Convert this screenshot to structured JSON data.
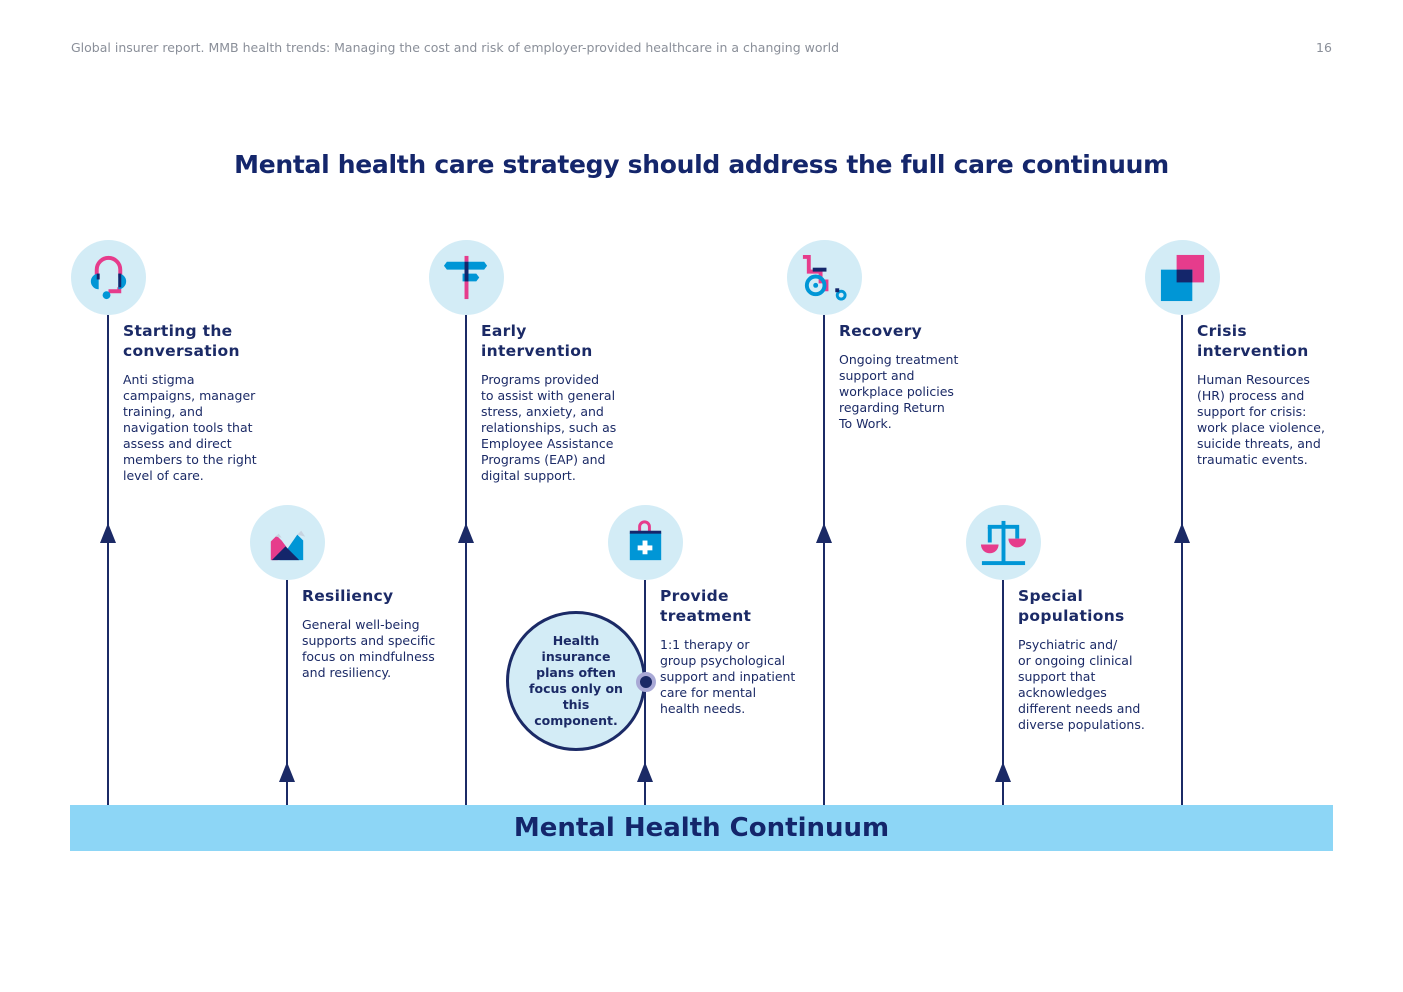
{
  "header": {
    "report_title": "Global insurer report. MMB health trends: Managing the cost and risk of employer-provided healthcare in a changing world",
    "page_number": "16"
  },
  "title": "Mental health care strategy should address the full care continuum",
  "colors": {
    "navy": "#1b2a66",
    "blue": "#0096d6",
    "pink": "#e63c8c",
    "light": "#d3ecf6",
    "bar": "#8dd6f6"
  },
  "stages": [
    {
      "id": "starting-the-conversation",
      "icon": "headset-icon",
      "row": "top",
      "title": [
        "Starting the",
        "conversation"
      ],
      "body": [
        "Anti stigma",
        "campaigns, manager",
        "training, and",
        "navigation tools that",
        "assess and direct",
        "members to the right",
        "level of care."
      ]
    },
    {
      "id": "resiliency",
      "icon": "mountains-icon",
      "row": "bottom",
      "title": [
        "Resiliency"
      ],
      "body": [
        "General well-being",
        "supports and specific",
        "focus on mindfulness",
        "and resiliency."
      ]
    },
    {
      "id": "early-intervention",
      "icon": "signpost-icon",
      "row": "top",
      "title": [
        "Early",
        "intervention"
      ],
      "body": [
        "Programs provided",
        "to assist with general",
        "stress, anxiety, and",
        "relationships, such as",
        "Employee Assistance",
        "Programs (EAP) and",
        "digital support."
      ]
    },
    {
      "id": "provide-treatment",
      "icon": "medical-bag-icon",
      "row": "bottom",
      "title": [
        "Provide",
        "treatment"
      ],
      "body": [
        "1:1 therapy or",
        "group psychological",
        "support and inpatient",
        "care for mental",
        "health needs."
      ]
    },
    {
      "id": "recovery",
      "icon": "wheelchair-icon",
      "row": "top",
      "title": [
        "Recovery"
      ],
      "body": [
        "Ongoing treatment",
        "support and",
        "workplace policies",
        "regarding Return",
        "To Work."
      ]
    },
    {
      "id": "special-populations",
      "icon": "scales-icon",
      "row": "bottom",
      "title": [
        "Special",
        "populations"
      ],
      "body": [
        "Psychiatric and/",
        "or ongoing clinical",
        "support that",
        "acknowledges",
        "different needs and",
        "diverse populations."
      ]
    },
    {
      "id": "crisis-intervention",
      "icon": "overlapping-squares-icon",
      "row": "top",
      "title": [
        "Crisis",
        "intervention"
      ],
      "body": [
        "Human Resources",
        "(HR) process and",
        "support for crisis:",
        "work place violence,",
        "suicide threats, and",
        "traumatic events."
      ]
    }
  ],
  "callout": "Health insurance plans often focus only on this component.",
  "continuum_label": "Mental Health Continuum"
}
